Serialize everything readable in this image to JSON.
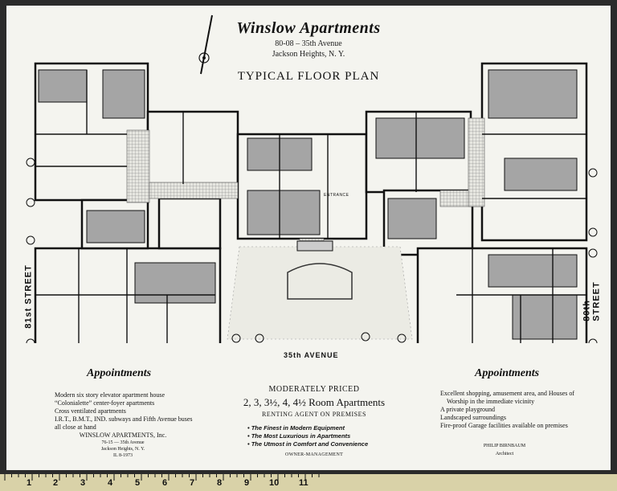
{
  "header": {
    "title": "Winslow Apartments",
    "address_line1": "80-08 – 35th Avenue",
    "address_line2": "Jackson Heights, N. Y.",
    "plan_title": "TYPICAL FLOOR PLAN"
  },
  "plan": {
    "street_left": "81st STREET",
    "street_right": "80th STREET",
    "street_bottom": "35th AVENUE",
    "entrance": "ENTRANCE"
  },
  "left_column": {
    "heading": "Appointments",
    "items": [
      "Modern six story elevator apartment house",
      "“Colonialette” center-foyer apartments",
      "Cross ventilated apartments",
      "I.R.T., B.M.T., IND. subways and Fifth Avenue buses",
      "all close at hand"
    ],
    "company": "WINSLOW APARTMENTS, Inc.",
    "company_addr1": "76-15 — 35th Avenue",
    "company_addr2": "Jackson Heights, N. Y.",
    "company_phone": "IL 8-1973"
  },
  "center_column": {
    "line1": "MODERATELY PRICED",
    "line2": "2, 3, 3½, 4, 4½ Room Apartments",
    "line3": "RENTING AGENT ON PREMISES",
    "bullets": [
      "The Finest in Modern Equipment",
      "The Most Luxurious in Apartments",
      "The Utmost in Comfort and Convenience"
    ],
    "footer": "OWNER-MANAGEMENT"
  },
  "right_column": {
    "heading": "Appointments",
    "items": [
      "Excellent shopping, amusement area, and Houses of",
      "Worship in the immediate vicinity",
      "A private playground",
      "Landscaped surroundings",
      "Fire-proof Garage facilities available on premises"
    ],
    "architect": "PHILIP BIRNBAUM",
    "architect_title": "Architect"
  },
  "ruler": {
    "numbers": [
      "1",
      "2",
      "3",
      "4",
      "5",
      "6",
      "7",
      "8",
      "9",
      "10",
      "11"
    ]
  }
}
